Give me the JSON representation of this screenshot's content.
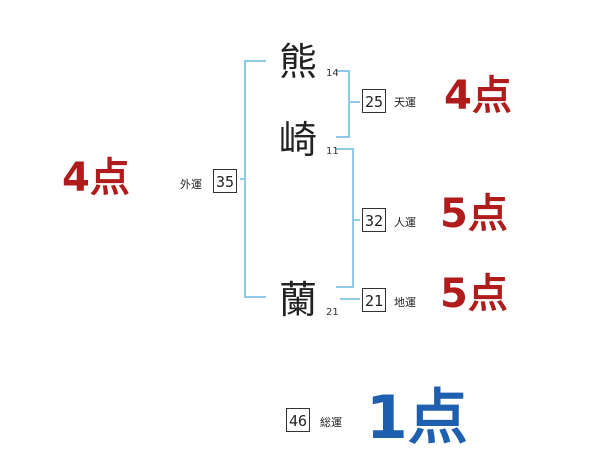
{
  "name": {
    "chars": [
      {
        "char": "熊",
        "strokes": "14"
      },
      {
        "char": "崎",
        "strokes": "11"
      },
      {
        "char": "蘭",
        "strokes": "21"
      }
    ]
  },
  "fortunes": {
    "ten": {
      "label": "天運",
      "value": "25",
      "score": "4点"
    },
    "jin": {
      "label": "人運",
      "value": "32",
      "score": "5点"
    },
    "chi": {
      "label": "地運",
      "value": "21",
      "score": "5点"
    },
    "gai": {
      "label": "外運",
      "value": "35",
      "score": "4点"
    },
    "sou": {
      "label": "総運",
      "value": "46",
      "score": "1点"
    }
  },
  "colors": {
    "score_red": "#b01c1c",
    "score_blue": "#1e5fb0",
    "bracket": "#8ec9e8"
  }
}
